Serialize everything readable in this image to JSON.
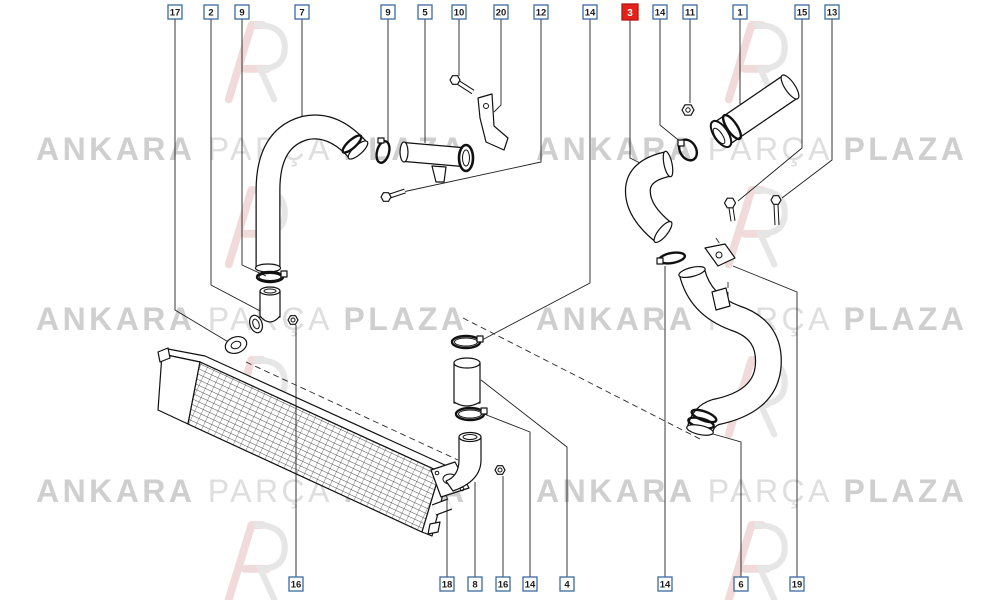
{
  "callouts": {
    "top": [
      "17",
      "2",
      "9",
      "7",
      "9",
      "5",
      "10",
      "20",
      "12",
      "14",
      "3",
      "14",
      "11",
      "1",
      "15",
      "13"
    ],
    "bottom": [
      "16",
      "18",
      "8",
      "16",
      "14",
      "4",
      "14",
      "6",
      "19"
    ],
    "highlighted_index": 10
  },
  "watermark": {
    "word1": "ANKARA",
    "word2": "PARÇA",
    "word3": "PLAZA"
  },
  "colors": {
    "background": "#ffffff",
    "callout_border": "#3b6aa0",
    "highlight_fill": "#e3221b",
    "line": "#111111",
    "watermark_text": "#d4d4d4",
    "watermark_logo": "#f1dada"
  }
}
